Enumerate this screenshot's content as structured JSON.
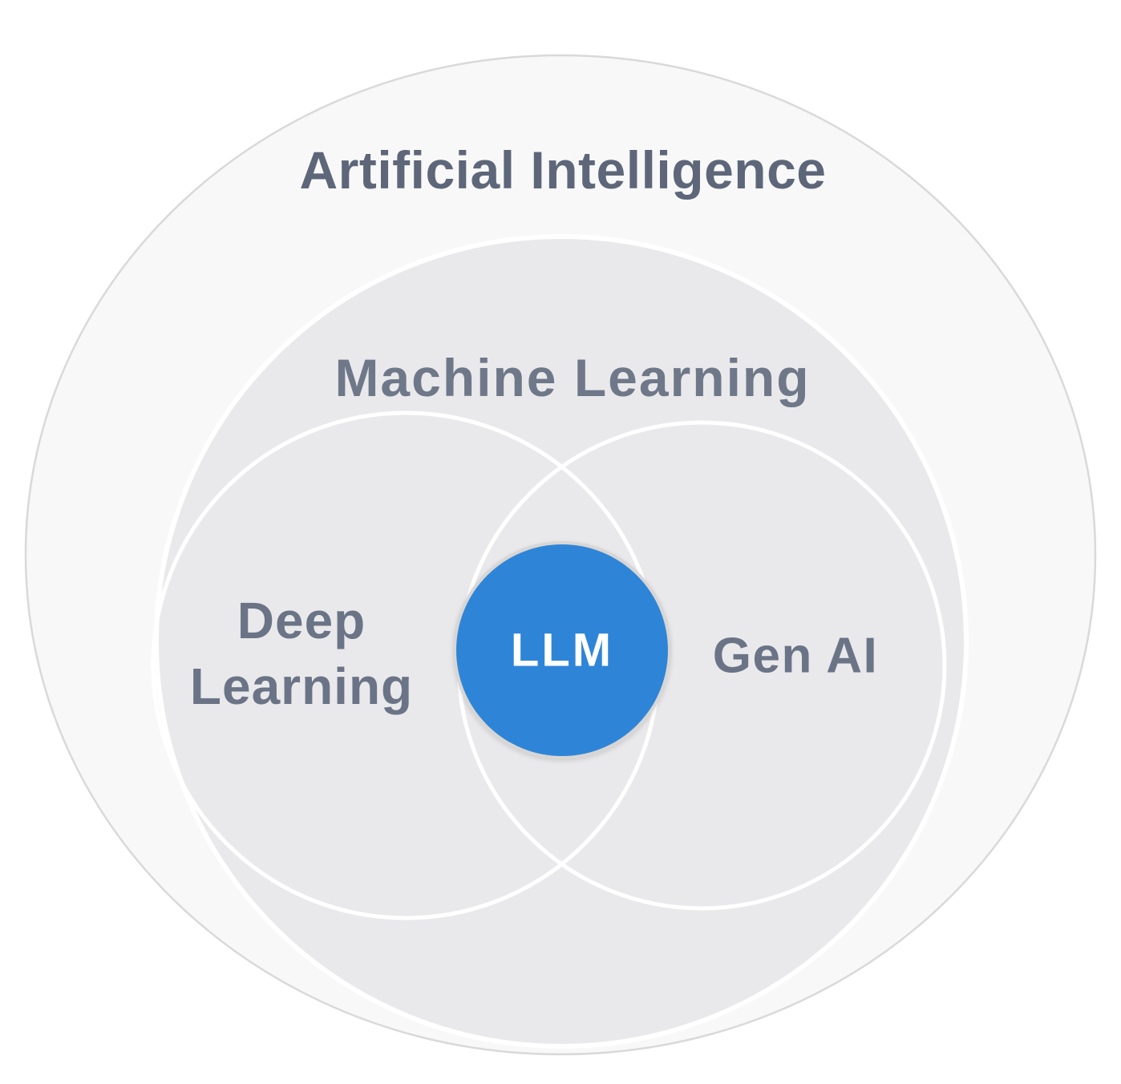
{
  "diagram": {
    "type": "nested-euler-diagram",
    "sets": {
      "artificial_intelligence": {
        "label": "Artificial Intelligence",
        "level": "outer"
      },
      "machine_learning": {
        "label": "Machine Learning",
        "level": "inside artificial_intelligence"
      },
      "deep_learning": {
        "label": "Deep Learning",
        "level": "inside machine_learning"
      },
      "gen_ai": {
        "label": "Gen AI",
        "level": "inside machine_learning"
      },
      "llm": {
        "label": "LLM",
        "level": "intersection of deep_learning and gen_ai"
      }
    },
    "colors": {
      "background": "#ffffff",
      "ai_fill": "#f8f8f9",
      "ai_stroke": "#d9d9db",
      "ml_fill": "#e9e9eb",
      "subset_stroke": "#ffffff",
      "llm_fill": "#2e85d8",
      "llm_ring": "#d8d6d4",
      "ai_label_color": "#5e6779",
      "ml_label_color": "#6f7889",
      "subset_label_color": "#6b7487",
      "llm_label_color": "#ffffff"
    }
  }
}
